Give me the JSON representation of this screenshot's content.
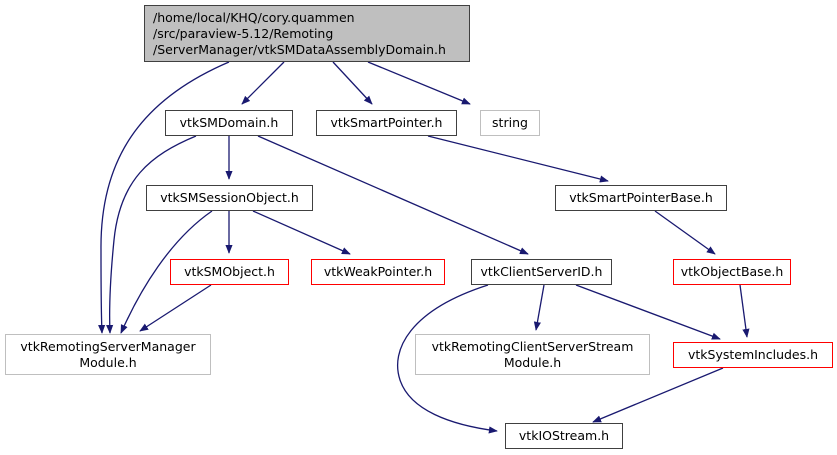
{
  "diagram": {
    "title": "Include dependency graph for vtkSMDataAssemblyDomain.h",
    "colors": {
      "edge": "#191970",
      "root_fill": "#bfbfbf",
      "node_border": "#404040",
      "external_border": "#bfbfbf",
      "truncated_border": "#ff0000"
    },
    "nodes": [
      {
        "id": "root",
        "label": "/home/local/KHQ/cory.quammen\n/src/paraview-5.12/Remoting\n/ServerManager/vtkSMDataAssemblyDomain.h",
        "kind": "root"
      },
      {
        "id": "vtkSMDomain",
        "label": "vtkSMDomain.h",
        "kind": "normal"
      },
      {
        "id": "vtkSmartPointer",
        "label": "vtkSmartPointer.h",
        "kind": "normal"
      },
      {
        "id": "string",
        "label": "string",
        "kind": "external"
      },
      {
        "id": "vtkSMSessionObject",
        "label": "vtkSMSessionObject.h",
        "kind": "normal"
      },
      {
        "id": "vtkSmartPointerBase",
        "label": "vtkSmartPointerBase.h",
        "kind": "normal"
      },
      {
        "id": "vtkSMObject",
        "label": "vtkSMObject.h",
        "kind": "truncated"
      },
      {
        "id": "vtkWeakPointer",
        "label": "vtkWeakPointer.h",
        "kind": "truncated"
      },
      {
        "id": "vtkClientServerID",
        "label": "vtkClientServerID.h",
        "kind": "normal"
      },
      {
        "id": "vtkObjectBase",
        "label": "vtkObjectBase.h",
        "kind": "truncated"
      },
      {
        "id": "vtkRemotingServerManagerModule",
        "label": "vtkRemotingServerManager\nModule.h",
        "kind": "external"
      },
      {
        "id": "vtkRemotingClientServerStreamModule",
        "label": "vtkRemotingClientServerStream\nModule.h",
        "kind": "external"
      },
      {
        "id": "vtkSystemIncludes",
        "label": "vtkSystemIncludes.h",
        "kind": "truncated"
      },
      {
        "id": "vtkIOStream",
        "label": "vtkIOStream.h",
        "kind": "normal"
      }
    ],
    "edges": [
      {
        "from": "root",
        "to": "vtkRemotingServerManagerModule"
      },
      {
        "from": "root",
        "to": "vtkSMDomain"
      },
      {
        "from": "root",
        "to": "vtkSmartPointer"
      },
      {
        "from": "root",
        "to": "string"
      },
      {
        "from": "vtkSMDomain",
        "to": "vtkRemotingServerManagerModule"
      },
      {
        "from": "vtkSMDomain",
        "to": "vtkSMSessionObject"
      },
      {
        "from": "vtkSMDomain",
        "to": "vtkClientServerID"
      },
      {
        "from": "vtkSmartPointer",
        "to": "vtkSmartPointerBase"
      },
      {
        "from": "vtkSMSessionObject",
        "to": "vtkRemotingServerManagerModule"
      },
      {
        "from": "vtkSMSessionObject",
        "to": "vtkSMObject"
      },
      {
        "from": "vtkSMSessionObject",
        "to": "vtkWeakPointer"
      },
      {
        "from": "vtkSMObject",
        "to": "vtkRemotingServerManagerModule"
      },
      {
        "from": "vtkSmartPointerBase",
        "to": "vtkObjectBase"
      },
      {
        "from": "vtkClientServerID",
        "to": "vtkRemotingClientServerStreamModule"
      },
      {
        "from": "vtkClientServerID",
        "to": "vtkSystemIncludes"
      },
      {
        "from": "vtkClientServerID",
        "to": "vtkIOStream"
      },
      {
        "from": "vtkObjectBase",
        "to": "vtkSystemIncludes"
      },
      {
        "from": "vtkSystemIncludes",
        "to": "vtkIOStream"
      }
    ]
  }
}
